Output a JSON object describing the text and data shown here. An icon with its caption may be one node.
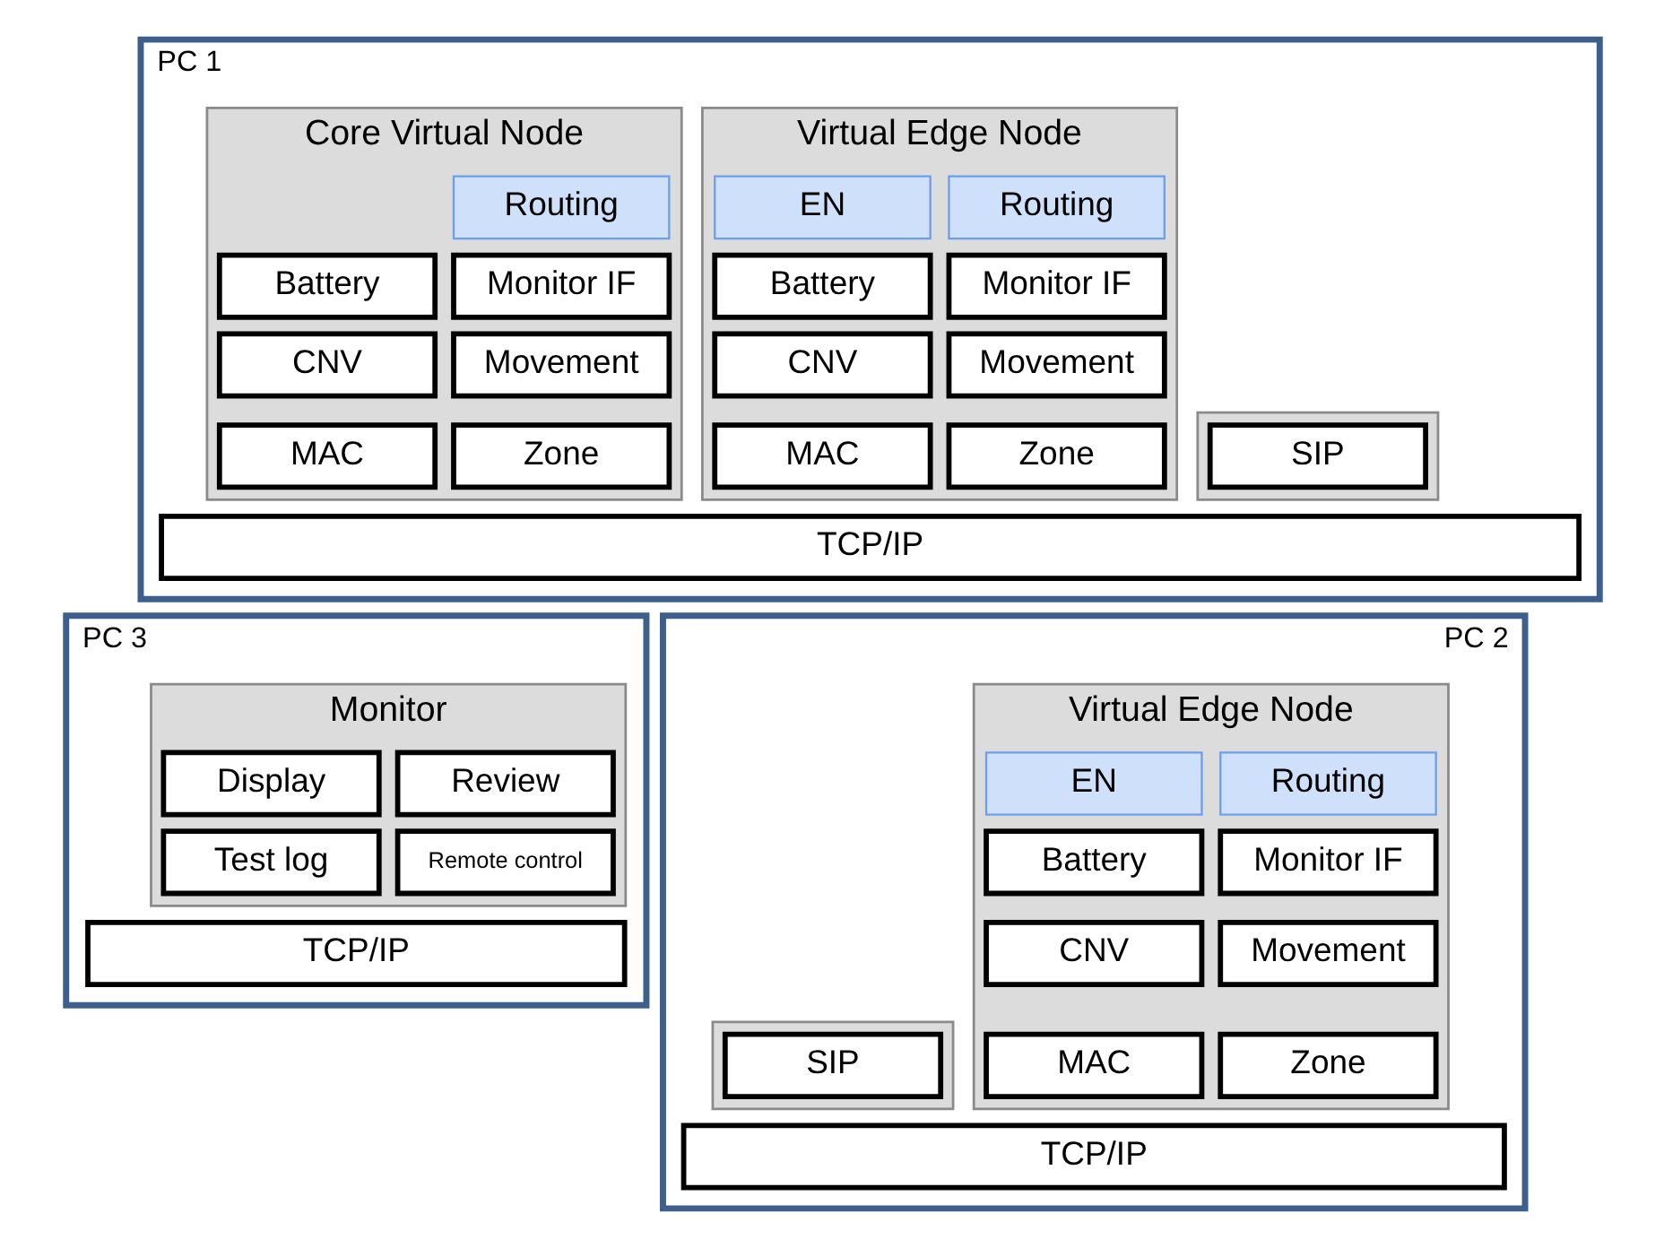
{
  "diagram": {
    "nodes": [
      {
        "text": [
          "PC 1"
        ]
      },
      {
        "text": [],
        "shape": "box",
        "in": 0
      },
      {
        "text": [
          "SIP"
        ],
        "in": 1
      },
      {
        "text": [
          "Virtual Edge Node"
        ],
        "in": 0
      },
      {
        "text": [
          "EN"
        ],
        "in": 3
      },
      {
        "text": [
          "Routing"
        ],
        "in": 3
      },
      {
        "text": [
          "Battery"
        ],
        "in": 3
      },
      {
        "text": [
          "Monitor IF"
        ],
        "in": 3
      },
      {
        "text": [
          "CNV"
        ],
        "in": 3
      },
      {
        "text": [
          "Movement"
        ],
        "in": 3
      },
      {
        "text": [
          "MAC"
        ],
        "in": 3
      },
      {
        "text": [
          "Zone"
        ],
        "in": 3
      },
      {
        "text": [
          "Core Virtual Node"
        ],
        "in": 0
      },
      {
        "text": [
          "Routing"
        ],
        "in": 12
      },
      {
        "text": [
          "Battery"
        ],
        "in": 12
      },
      {
        "text": [
          "Monitor IF"
        ],
        "in": 12
      },
      {
        "text": [
          "CNV"
        ],
        "in": 12
      },
      {
        "text": [
          "Movement"
        ],
        "in": 12
      },
      {
        "text": [
          "MAC"
        ],
        "in": 12
      },
      {
        "text": [
          "Zone"
        ],
        "in": 12
      },
      {
        "text": [
          "TCP/IP"
        ],
        "in": 0
      },
      {
        "text": [
          "PC 3"
        ]
      },
      {
        "text": [
          "Monitor"
        ],
        "in": 21
      },
      {
        "text": [
          "Display"
        ],
        "in": 22
      },
      {
        "text": [
          "Review"
        ],
        "in": 22
      },
      {
        "text": [
          "Test log"
        ],
        "in": 22
      },
      {
        "text": [
          "Remote control"
        ],
        "in": 22
      },
      {
        "text": [
          "TCP/IP"
        ],
        "in": 21
      },
      {
        "text": [
          "PC 2"
        ]
      },
      {
        "text": [
          "Virtual Edge Node"
        ],
        "in": 28
      },
      {
        "text": [
          "EN"
        ],
        "in": 29
      },
      {
        "text": [
          "Routing"
        ],
        "in": 29
      },
      {
        "text": [
          "Battery"
        ],
        "in": 29
      },
      {
        "text": [
          "Monitor IF"
        ],
        "in": 29
      },
      {
        "text": [
          "CNV"
        ],
        "in": 29
      },
      {
        "text": [
          "Movement"
        ],
        "in": 29
      },
      {
        "text": [
          "MAC"
        ],
        "in": 29
      },
      {
        "text": [
          "Zone"
        ],
        "in": 29
      },
      {
        "text": [],
        "shape": "box",
        "in": 28
      },
      {
        "text": [
          "SIP"
        ],
        "in": 38
      },
      {
        "text": [
          "TCP/IP"
        ],
        "in": 28
      }
    ],
    "edges": []
  }
}
